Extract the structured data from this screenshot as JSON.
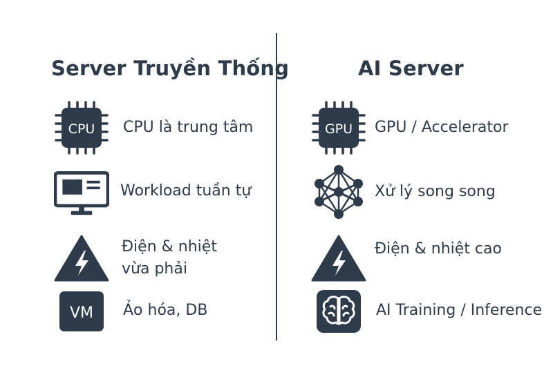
{
  "left": {
    "title": "Server Truyền Thống",
    "items": [
      {
        "icon": "cpu-chip-icon",
        "icon_text": "CPU",
        "label": "CPU là trung tâm"
      },
      {
        "icon": "monitor-icon",
        "label": "Workload tuần tự"
      },
      {
        "icon": "lightning-warning-icon",
        "label_line1": "Điện & nhiệt",
        "label_line2": "vừa phải"
      },
      {
        "icon": "vm-badge-icon",
        "icon_text": "VM",
        "label": "Ảo hóa, DB"
      }
    ]
  },
  "right": {
    "title": "AI Server",
    "items": [
      {
        "icon": "gpu-chip-icon",
        "icon_text": "GPU",
        "label": "GPU / Accelerator"
      },
      {
        "icon": "neural-network-icon",
        "label": "Xử lý song song"
      },
      {
        "icon": "lightning-warning-icon",
        "label": "Điện & nhiệt cao"
      },
      {
        "icon": "brain-icon",
        "label": "AI Training / Inference"
      }
    ]
  },
  "colors": {
    "ink": "#2e3b4a",
    "background": "#ffffff"
  }
}
